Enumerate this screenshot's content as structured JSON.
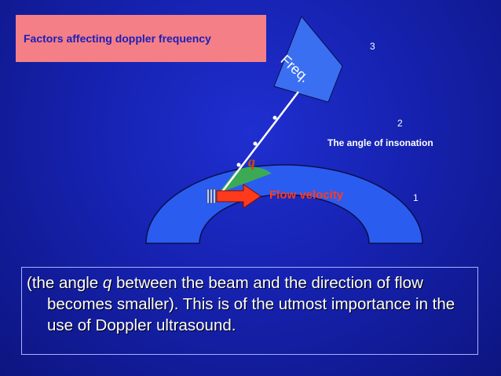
{
  "title": "Factors affecting doppler frequency",
  "labels": {
    "num3": "3",
    "num2": "2",
    "num1": "1",
    "angle": "The angle of insonation",
    "flow": "Flow velocity",
    "theta": "q",
    "freq": "Freq."
  },
  "caption": {
    "part1": "(the angle ",
    "q": "q",
    "part2": " between the beam and the direction of flow becomes smaller). This is of the utmost importance in the use of Doppler ultrasound."
  },
  "colors": {
    "background": "#1622b0",
    "title_box": "#f47f86",
    "title_text": "#1a1fb8",
    "vessel": "#2b5cf0",
    "probe": "#3b6ff2",
    "angle_wedge": "#3caa55",
    "arrow": "#ff3a1c"
  }
}
